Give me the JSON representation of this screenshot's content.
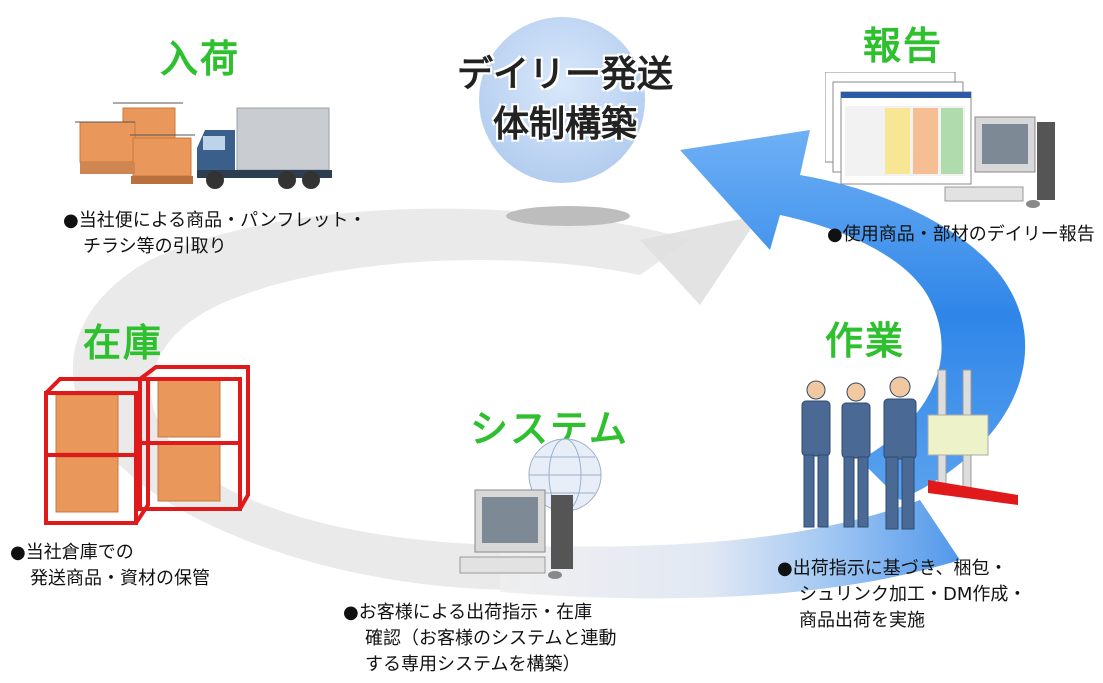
{
  "center": {
    "line1": "デイリー発送",
    "line2": "体制構築"
  },
  "stages": {
    "nyuka": {
      "title": "入荷",
      "desc": [
        "●当社便による商品・パンフレット・",
        "チラシ等の引取り"
      ]
    },
    "hokoku": {
      "title": "報告",
      "desc": [
        "●使用商品・部材のデイリー報告"
      ]
    },
    "zaiko": {
      "title": "在庫",
      "desc": [
        "●当社倉庫での",
        "発送商品・資材の保管"
      ]
    },
    "sagyo": {
      "title": "作業",
      "desc": [
        "●出荷指示に基づき、梱包・",
        "シュリンク加工・DM作成・",
        "商品出荷を実施"
      ]
    },
    "system": {
      "title": "システム",
      "desc": [
        "●お客様による出荷指示・在庫",
        "確認（お客様のシステムと連動",
        "する専用システムを構築）"
      ]
    }
  },
  "colors": {
    "title_green": "#2ec02e",
    "arrow_blue": "#2f86e8",
    "ring_gray": "#e3e3e3",
    "box_orange": "#e9975a",
    "truck_blue": "#3a5f8a",
    "rack_red": "#e01a1a"
  },
  "icons": [
    "boxes-icon",
    "truck-icon",
    "report-sheets-icon",
    "computer-icon",
    "rack-icon",
    "globe-icon",
    "workers-icon",
    "forklift-icon"
  ]
}
